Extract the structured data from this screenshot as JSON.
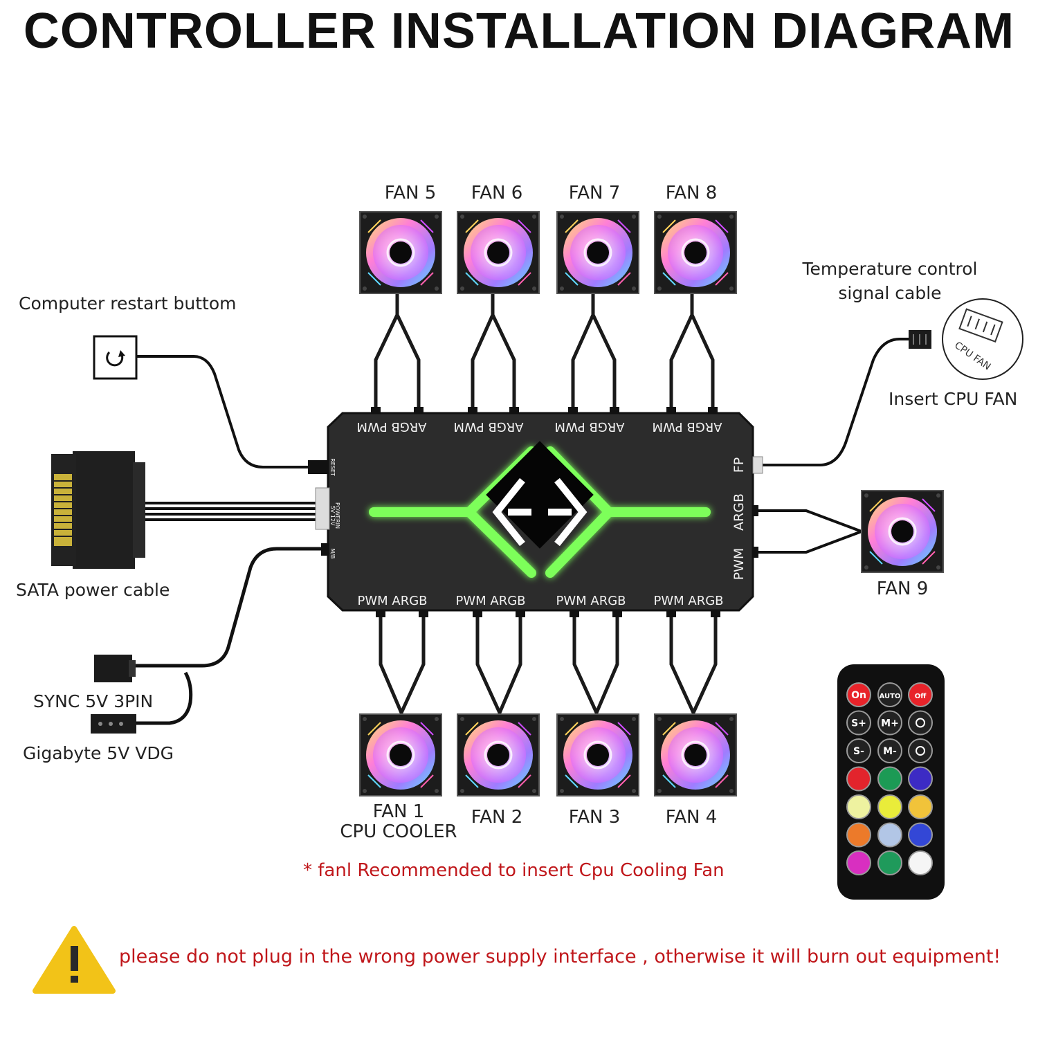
{
  "title": "CONTROLLER INSTALLATION DIAGRAM",
  "fans_top": [
    "FAN 5",
    "FAN 6",
    "FAN 7",
    "FAN 8"
  ],
  "fans_bottom": [
    "FAN 1",
    "FAN 2",
    "FAN 3",
    "FAN 4"
  ],
  "fan1_sub": "CPU COOLER",
  "fan_right": "FAN 9",
  "hub": {
    "top_port_label": "ARGB PWM",
    "bottom_port_label": "PWM ARGB",
    "right_ports": [
      "FP",
      "ARGB",
      "PWM"
    ],
    "left_ports": [
      "RESET",
      "POWERIN",
      "5V 12V",
      "M/B"
    ]
  },
  "labels": {
    "restart": "Computer restart buttom",
    "sata": "SATA  power cable",
    "sync": "SYNC 5V 3PIN",
    "gigabyte": "Gigabyte 5V VDG",
    "temp_line1": "Temperature control",
    "temp_line2": "signal cable",
    "cpu_fan_stamp": "CPU FAN",
    "insert": "Insert CPU FAN"
  },
  "note": "* fanl Recommended to insert Cpu Cooling Fan",
  "warning": "please do not plug in the wrong power supply interface , otherwise it will burn out equipment!",
  "remote": {
    "buttons": [
      {
        "text": "On",
        "color": "#e8232a",
        "textColor": "#ffffff"
      },
      {
        "text": "AUTO",
        "color": "#222222",
        "textColor": "#ffffff"
      },
      {
        "text": "Off",
        "color": "#e8232a",
        "textColor": "#ffffff"
      },
      {
        "text": "S+",
        "color": "#222222",
        "textColor": "#ffffff"
      },
      {
        "text": "M+",
        "color": "#222222",
        "textColor": "#ffffff"
      },
      {
        "text": "",
        "color": "#222222",
        "textColor": "#ffffff"
      },
      {
        "text": "S-",
        "color": "#222222",
        "textColor": "#ffffff"
      },
      {
        "text": "M-",
        "color": "#222222",
        "textColor": "#ffffff"
      },
      {
        "text": "",
        "color": "#222222",
        "textColor": "#ffffff"
      },
      {
        "text": "",
        "color": "#e2242c"
      },
      {
        "text": "",
        "color": "#1c9a55"
      },
      {
        "text": "",
        "color": "#3c2bc4"
      },
      {
        "text": "",
        "color": "#eef2a0"
      },
      {
        "text": "",
        "color": "#e9ec3a"
      },
      {
        "text": "",
        "color": "#f1c33a"
      },
      {
        "text": "",
        "color": "#ec7a2a"
      },
      {
        "text": "",
        "color": "#b2c6e6"
      },
      {
        "text": "",
        "color": "#3347d6"
      },
      {
        "text": "",
        "color": "#d82fc0"
      },
      {
        "text": "",
        "color": "#1f9a5b"
      },
      {
        "text": "",
        "color": "#f5f5f5"
      }
    ]
  },
  "colors": {
    "glow": "#7dff5a",
    "warning_yellow": "#f2c318",
    "label_red": "#c0171b"
  }
}
